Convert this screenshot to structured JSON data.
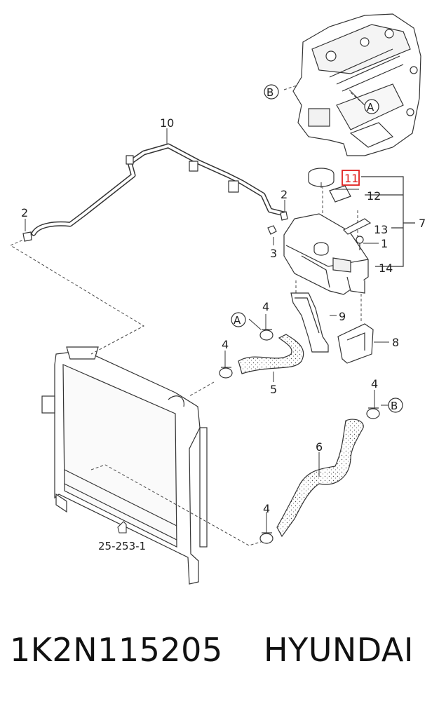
{
  "callouts": {
    "c1": "1",
    "c2a": "2",
    "c2b": "2",
    "c3": "3",
    "c4a": "4",
    "c4b": "4",
    "c4c": "4",
    "c4d": "4",
    "c5": "5",
    "c6": "6",
    "c7": "7",
    "c8": "8",
    "c9": "9",
    "c10": "10",
    "c11": "11",
    "c12": "12",
    "c13": "13",
    "c14": "14"
  },
  "refs": {
    "a1": "A",
    "a2": "A",
    "b1": "B",
    "b2": "B"
  },
  "reference_label": "25-253-1",
  "highlight_color": "#e0201e",
  "footer": {
    "part_number": "1K2N115205",
    "brand": "HYUNDAI"
  }
}
